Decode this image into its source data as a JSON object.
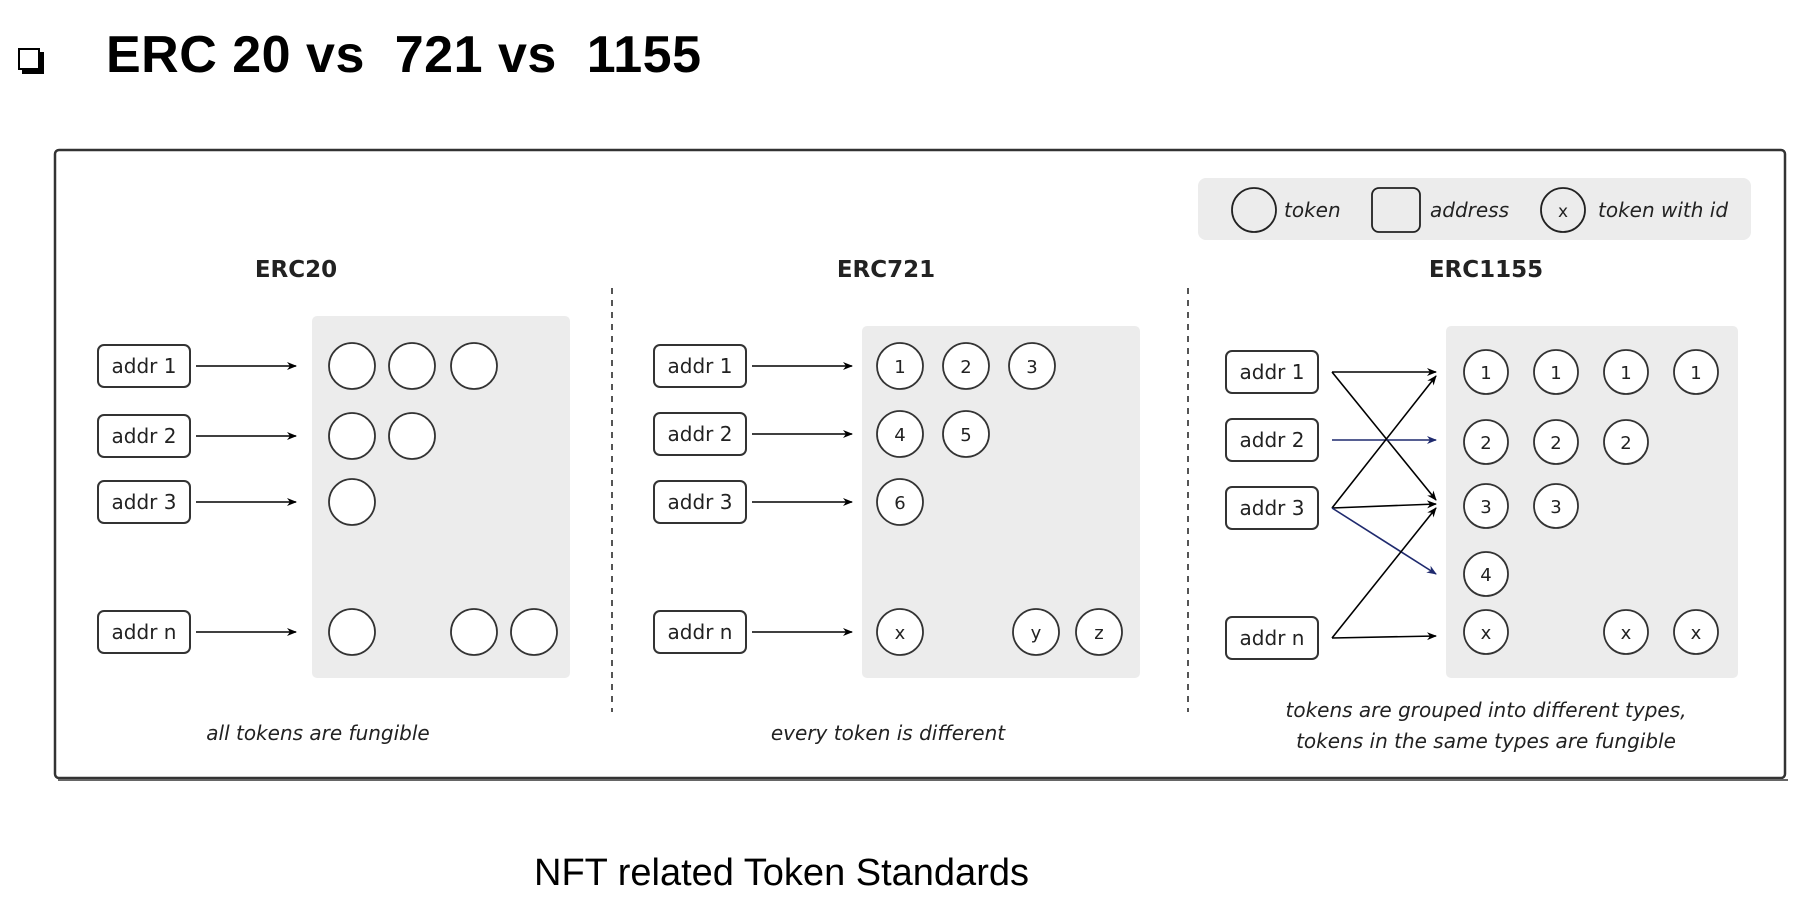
{
  "title": "ERC 20 vs  721 vs  1155",
  "caption": "NFT related Token Standards",
  "legend": {
    "token": "token",
    "address": "address",
    "token_with_id": "token with  id",
    "id_symbol": "x"
  },
  "panels": [
    {
      "heading": "ERC20",
      "addresses": [
        "addr 1",
        "addr 2",
        "addr 3",
        "addr n"
      ],
      "rows": [
        [
          "",
          "",
          ""
        ],
        [
          "",
          ""
        ],
        [
          ""
        ],
        [
          "",
          "",
          ""
        ]
      ],
      "note_lines": [
        "all tokens are fungible"
      ]
    },
    {
      "heading": "ERC721",
      "addresses": [
        "addr 1",
        "addr 2",
        "addr 3",
        "addr n"
      ],
      "rows": [
        [
          "1",
          "2",
          "3"
        ],
        [
          "4",
          "5"
        ],
        [
          "6"
        ],
        [
          "x",
          "y",
          "z"
        ]
      ],
      "note_lines": [
        "every token is different"
      ]
    },
    {
      "heading": "ERC1155",
      "addresses": [
        "addr 1",
        "addr 2",
        "addr 3",
        "addr n"
      ],
      "rows": [
        [
          "1",
          "1",
          "1",
          "1"
        ],
        [
          "2",
          "2",
          "2"
        ],
        [
          "3",
          "3"
        ],
        [
          "4"
        ],
        [
          "x",
          "x",
          "x"
        ]
      ],
      "note_lines": [
        "tokens are grouped into different types,",
        "tokens in the same types  are fungible"
      ]
    }
  ],
  "colors": {
    "frame": "#333333",
    "token_area": "#ececec",
    "highlight_arrow": "#1f2a6e"
  }
}
